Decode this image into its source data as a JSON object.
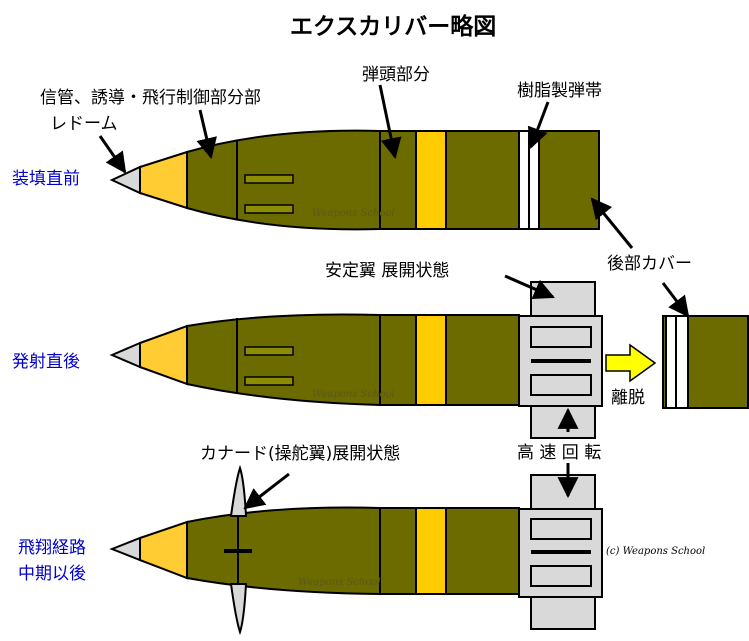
{
  "title": "エクスカリバー略図",
  "labels": {
    "fuze": "信管、誘導・飛行制御部分部",
    "radome": "レドーム",
    "warhead": "弾頭部分",
    "band": "樹脂製弾帯",
    "fins": "安定翼 展開状態",
    "rear_cover": "後部カバー",
    "separation": "離脱",
    "spin": "高 速 回 転",
    "canard": "カナード(操舵翼)展開状態"
  },
  "stages": {
    "loaded": "装填直前",
    "fired": "発射直後",
    "flight_line1": "飛翔経路",
    "flight_line2": "中期以後"
  },
  "watermark": "Weapons School",
  "watermark_corner": "(c) Weapons School",
  "colors": {
    "body": "#6b6b00",
    "band_yellow": "#ffcc00",
    "nose_yellow": "#ffcc33",
    "tip_gray": "#d8d8d8",
    "fin_gray": "#d9d9d9",
    "side_label_blue": "#0000cc",
    "arrow_yellow": "#ffff00"
  }
}
